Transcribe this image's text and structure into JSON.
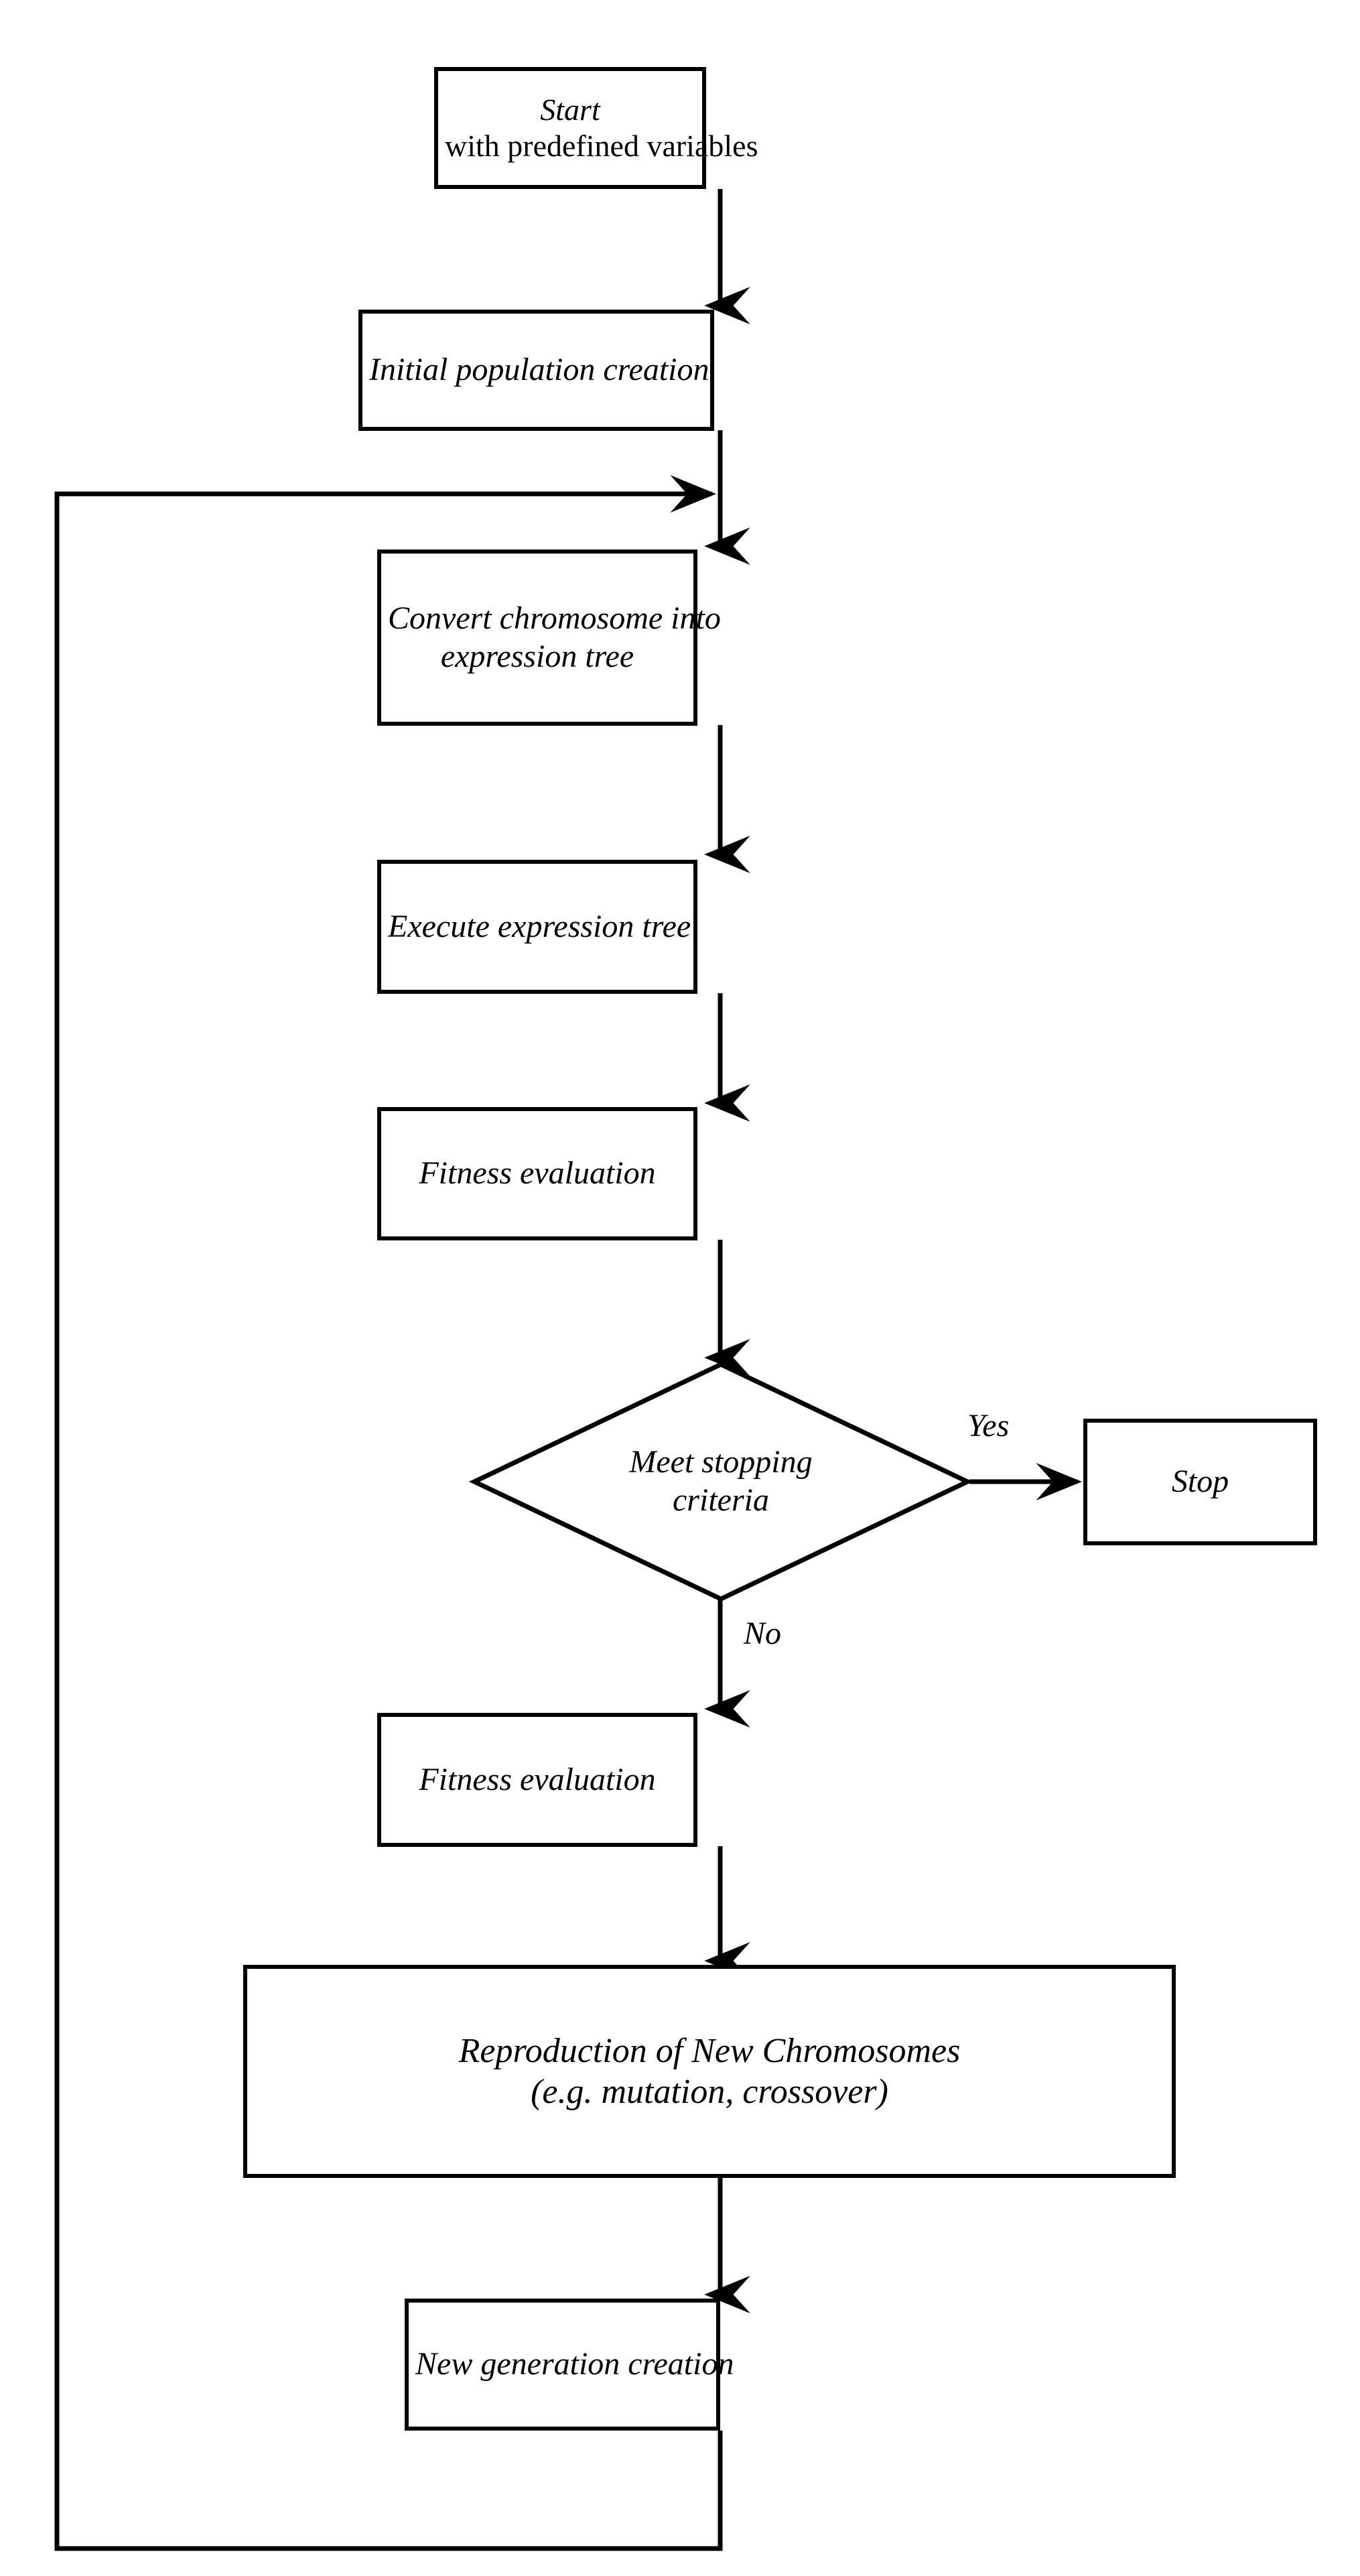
{
  "diagram": {
    "title": "Gene Expression Programming flowchart",
    "type": "flowchart",
    "background_color": "#ffffff",
    "stroke_color": "#000000",
    "text_color": "#000000"
  },
  "nodes": {
    "start": {
      "shape": "rectangle",
      "line1": "Start",
      "line2": "with predefined variables"
    },
    "initial_population": {
      "shape": "rectangle",
      "line1": "Initial population creation"
    },
    "convert_chromosome": {
      "shape": "rectangle",
      "line1": "Convert chromosome into",
      "line2": "expression tree"
    },
    "execute_tree": {
      "shape": "rectangle",
      "line1": "Execute expression tree"
    },
    "fitness_evaluation_1": {
      "shape": "rectangle",
      "line1": "Fitness evaluation"
    },
    "meet_stopping_criteria": {
      "shape": "diamond",
      "line1": "Meet stopping",
      "line2": "criteria"
    },
    "stop": {
      "shape": "rectangle",
      "line1": "Stop"
    },
    "fitness_evaluation_2": {
      "shape": "rectangle",
      "line1": "Fitness evaluation"
    },
    "reproduction": {
      "shape": "rectangle",
      "line1": "Reproduction of New Chromosomes",
      "line2": "(e.g. mutation, crossover)"
    },
    "new_generation": {
      "shape": "rectangle",
      "line1": "New generation creation"
    }
  },
  "edge_labels": {
    "yes": "Yes",
    "no": "No"
  },
  "edges": [
    {
      "from": "start",
      "to": "initial_population",
      "label": ""
    },
    {
      "from": "initial_population",
      "to": "convert_chromosome",
      "label": ""
    },
    {
      "from": "convert_chromosome",
      "to": "execute_tree",
      "label": ""
    },
    {
      "from": "execute_tree",
      "to": "fitness_evaluation_1",
      "label": ""
    },
    {
      "from": "fitness_evaluation_1",
      "to": "meet_stopping_criteria",
      "label": ""
    },
    {
      "from": "meet_stopping_criteria",
      "to": "stop",
      "label": "Yes"
    },
    {
      "from": "meet_stopping_criteria",
      "to": "fitness_evaluation_2",
      "label": "No"
    },
    {
      "from": "fitness_evaluation_2",
      "to": "reproduction",
      "label": ""
    },
    {
      "from": "reproduction",
      "to": "new_generation",
      "label": ""
    },
    {
      "from": "new_generation",
      "to": "convert_chromosome",
      "label": ""
    }
  ]
}
